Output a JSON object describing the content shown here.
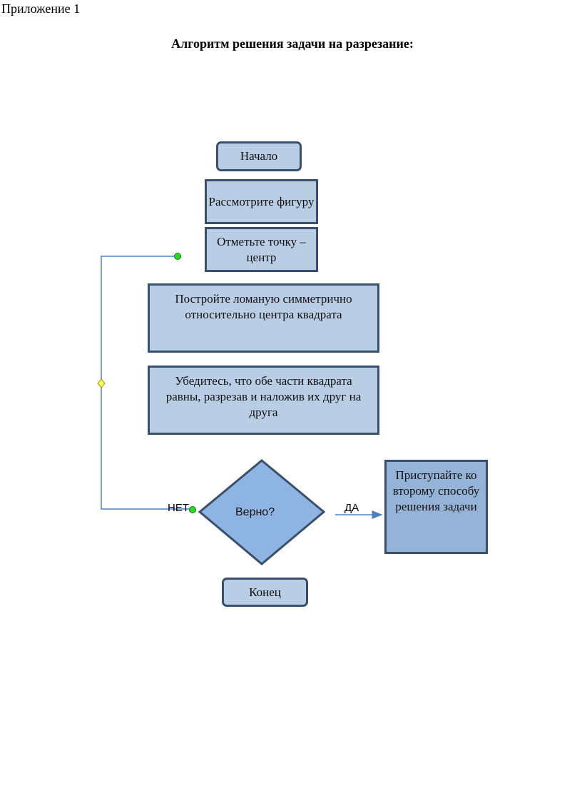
{
  "header": {
    "appendix": "Приложение 1",
    "title": "Алгоритм решения задачи на разрезание:"
  },
  "flowchart": {
    "start": "Начало",
    "step1": "Рассмотрите фигуру",
    "step2": "Отметьте точку – центр",
    "step3": "Постройте ломаную симметрично относительно центра квадрата",
    "step4": "Убедитесь, что обе части квадрата равны,  разрезав и наложив их друг на друга",
    "decision": "Верно?",
    "yes_label": "ДА",
    "no_label": "НЕТ",
    "yes_result": "Приступайте ко второму способу решения задачи",
    "end": "Конец"
  },
  "colors": {
    "box_fill": "#b9cde5",
    "box_border": "#3a4f6b",
    "decision_fill": "#8eb4e3",
    "result_fill": "#95b3d7",
    "connector": "#4f81bd",
    "handle_green": "#22dd22",
    "handle_yellow": "#ffff66"
  }
}
